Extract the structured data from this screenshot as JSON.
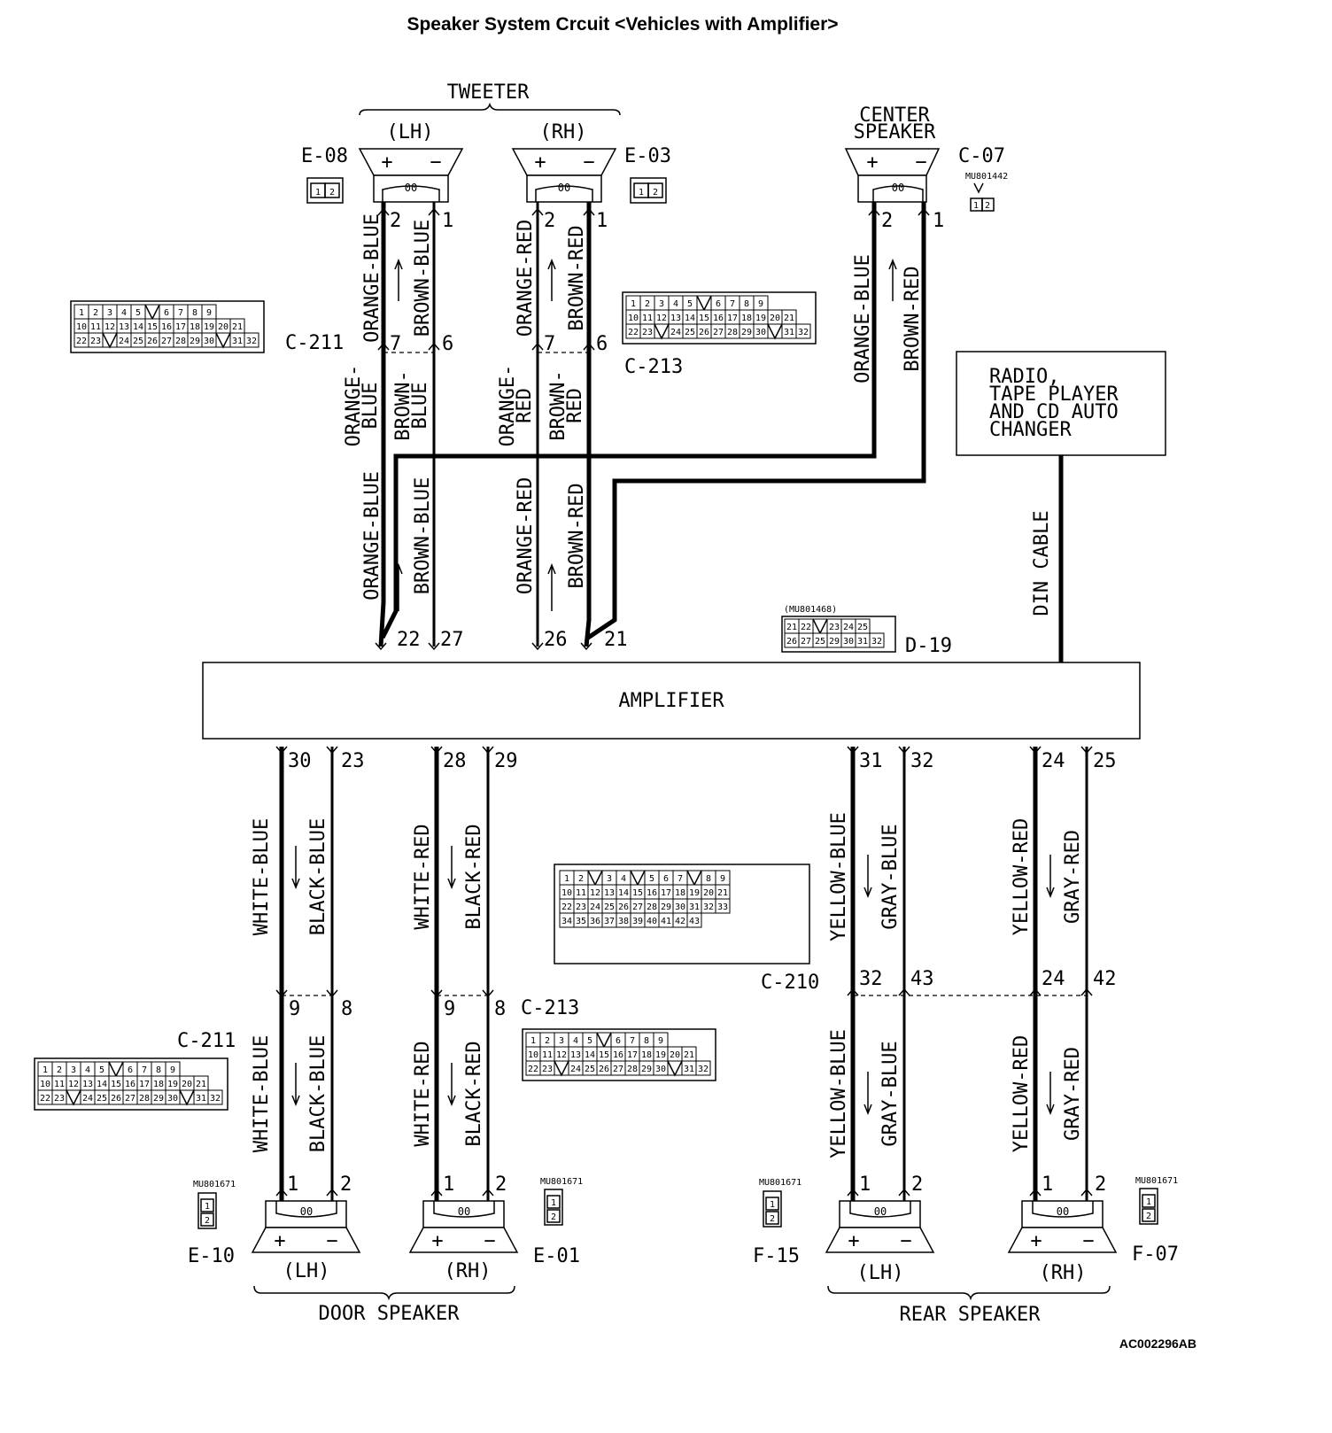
{
  "title": "Speaker System Crcuit <Vehicles with Amplifier>",
  "reference_code": "AC002296AB",
  "amplifier": {
    "label": "AMPLIFIER"
  },
  "radio": {
    "lines": [
      "RADIO,",
      "TAPE PLAYER",
      "AND CD AUTO",
      "CHANGER"
    ]
  },
  "din_cable": "DIN CABLE",
  "tweeter": {
    "group_label": "TWEETER",
    "lh": "(LH)",
    "rh": "(RH)"
  },
  "center_speaker": {
    "lines": [
      "CENTER",
      "SPEAKER"
    ]
  },
  "door_speaker": {
    "group_label": "DOOR SPEAKER",
    "lh": "(LH)",
    "rh": "(RH)"
  },
  "rear_speaker": {
    "group_label": "REAR SPEAKER",
    "lh": "(LH)",
    "rh": "(RH)"
  },
  "connectors": {
    "e08": "E-08",
    "e03": "E-03",
    "c07": "C-07",
    "c211_top": "C-211",
    "c213_top": "C-213",
    "d19": "D-19",
    "c210": "C-210",
    "c211_bottom": "C-211",
    "c213_bottom": "C-213",
    "e10": "E-10",
    "e01": "E-01",
    "f15": "F-15",
    "f07": "F-07"
  },
  "part_numbers": {
    "c07": "MU801442",
    "d19": "(MU801468)",
    "e10": "MU801671",
    "e01": "MU801671",
    "f15": "MU801671",
    "f07": "MU801671"
  },
  "wire_colors": {
    "orange_blue": "ORANGE-BLUE",
    "brown_blue": "BROWN-BLUE",
    "orange_red": "ORANGE-RED",
    "brown_red": "BROWN-RED",
    "orange_blue_split": [
      "ORANGE-",
      "BLUE"
    ],
    "brown_blue_split": [
      "BROWN-",
      "BLUE"
    ],
    "orange_red_split": [
      "ORANGE-",
      "RED"
    ],
    "brown_red_split": [
      "BROWN-",
      "RED"
    ],
    "white_blue": "WHITE-BLUE",
    "black_blue": "BLACK-BLUE",
    "white_red": "WHITE-RED",
    "black_red": "BLACK-RED",
    "yellow_blue": "YELLOW-BLUE",
    "gray_blue": "GRAY-BLUE",
    "yellow_red": "YELLOW-RED",
    "gray_red": "GRAY-RED"
  },
  "pins": {
    "p1": "1",
    "p2": "2",
    "p6": "6",
    "p7": "7",
    "p8": "8",
    "p9": "9",
    "p21": "21",
    "p22": "22",
    "p23": "23",
    "p24": "24",
    "p25": "25",
    "p26": "26",
    "p27": "27",
    "p28": "28",
    "p29": "29",
    "p30": "30",
    "p31": "31",
    "p32": "32",
    "p42": "42",
    "p43": "43"
  },
  "speaker_symbols": {
    "plus": "+",
    "minus": "−",
    "coil": "00"
  },
  "connector_grids": {
    "c211_rows": [
      [
        "1",
        "2",
        "3",
        "4",
        "5",
        "",
        "6",
        "7",
        "8",
        "9"
      ],
      [
        "10",
        "11",
        "12",
        "13",
        "14",
        "15",
        "16",
        "17",
        "18",
        "19",
        "20",
        "21"
      ],
      [
        "22",
        "23",
        "",
        "24",
        "25",
        "26",
        "27",
        "28",
        "29",
        "30",
        "",
        "31",
        "32"
      ]
    ],
    "d19_rows": [
      [
        "21",
        "22",
        "",
        "23",
        "24",
        "25"
      ],
      [
        "26",
        "27",
        "25",
        "29",
        "30",
        "31",
        "32"
      ]
    ],
    "c210_rows": [
      [
        "1",
        "2",
        "",
        "3",
        "4",
        "",
        "5",
        "6",
        "7",
        "",
        "8",
        "9"
      ],
      [
        "10",
        "11",
        "12",
        "13",
        "14",
        "15",
        "16",
        "17",
        "18",
        "19",
        "20",
        "21"
      ],
      [
        "22",
        "23",
        "24",
        "25",
        "26",
        "27",
        "28",
        "29",
        "30",
        "31",
        "32",
        "33"
      ],
      [
        "34",
        "35",
        "36",
        "37",
        "38",
        "39",
        "40",
        "41",
        "42",
        "43"
      ]
    ],
    "two_pin": [
      "1",
      "2"
    ]
  }
}
